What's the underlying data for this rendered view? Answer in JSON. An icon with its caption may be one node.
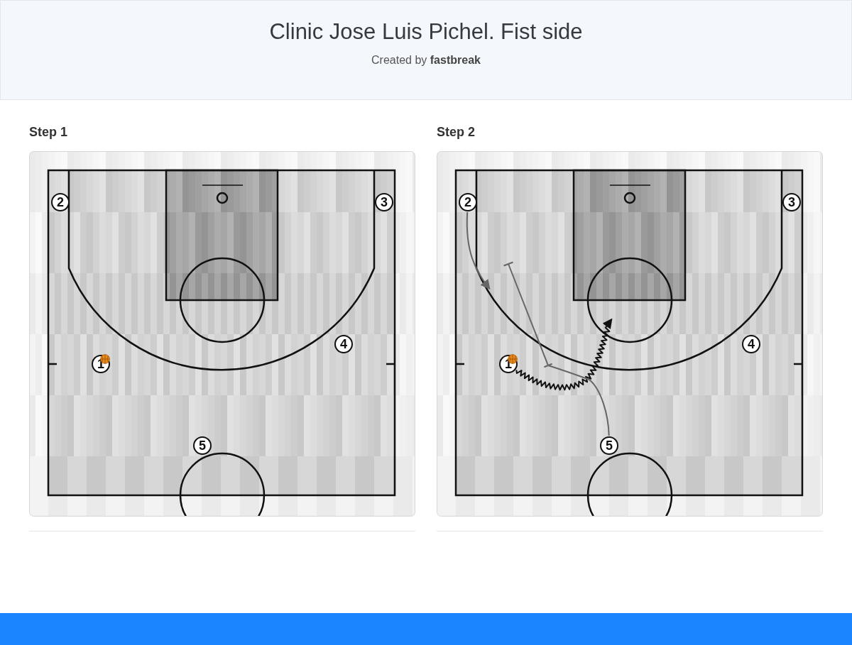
{
  "diagram": {
    "title": "Clinic Jose Luis Pichel. Fist side",
    "nodes": [
      {
        "text": [
          "Step 1"
        ]
      },
      {
        "text": [
          "2"
        ],
        "in": 0
      },
      {
        "text": [
          "3"
        ],
        "in": 0
      },
      {
        "text": [
          "4"
        ],
        "in": 0
      },
      {
        "text": [
          "1"
        ],
        "in": 0
      },
      {
        "text": [
          "5"
        ],
        "in": 0
      },
      {
        "text": [
          "Step 2"
        ]
      },
      {
        "text": [
          "2"
        ],
        "in": 6
      },
      {
        "text": [
          "3"
        ],
        "in": 6
      },
      {
        "text": [
          "4"
        ],
        "in": 6
      },
      {
        "text": [
          "1"
        ],
        "in": 6
      },
      {
        "text": [
          "5"
        ],
        "in": 6
      }
    ],
    "edges": [
      {
        "from": 7,
        "to": null,
        "arrow": "to"
      },
      {
        "from": 10,
        "to": null,
        "arrow": "to",
        "color": "#111111"
      },
      {
        "from": 11,
        "to": null,
        "arrow": "other"
      }
    ],
    "labels": [
      "Created by **fastbreak**"
    ]
  }
}
